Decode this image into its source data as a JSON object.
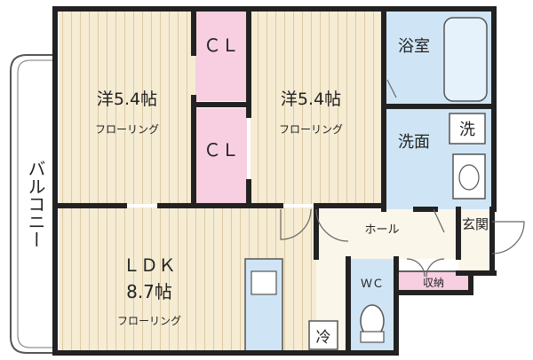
{
  "rooms": {
    "western1": {
      "name": "洋5.4帖",
      "floor": "フローリング"
    },
    "western2": {
      "name": "洋5.4帖",
      "floor": "フローリング"
    },
    "ldk": {
      "name": "ＬＤＫ",
      "size": "8.7帖",
      "floor": "フローリング"
    },
    "closet1": "ＣＬ",
    "closet2": "ＣＬ",
    "bath": "浴室",
    "washroom": "洗面",
    "laundry": "洗",
    "hall": "ホール",
    "entrance": "玄関",
    "storage": "収納",
    "wc": "ＷＣ",
    "fridge": "冷",
    "balcony": "バルコニー"
  },
  "colors": {
    "wall": "#222222",
    "wood": "#f6ecd4",
    "wood_line": "#dcc9a2",
    "closet": "#f7cfe0",
    "wet_area": "#cfe5f5",
    "hall": "#fbf6ea"
  }
}
